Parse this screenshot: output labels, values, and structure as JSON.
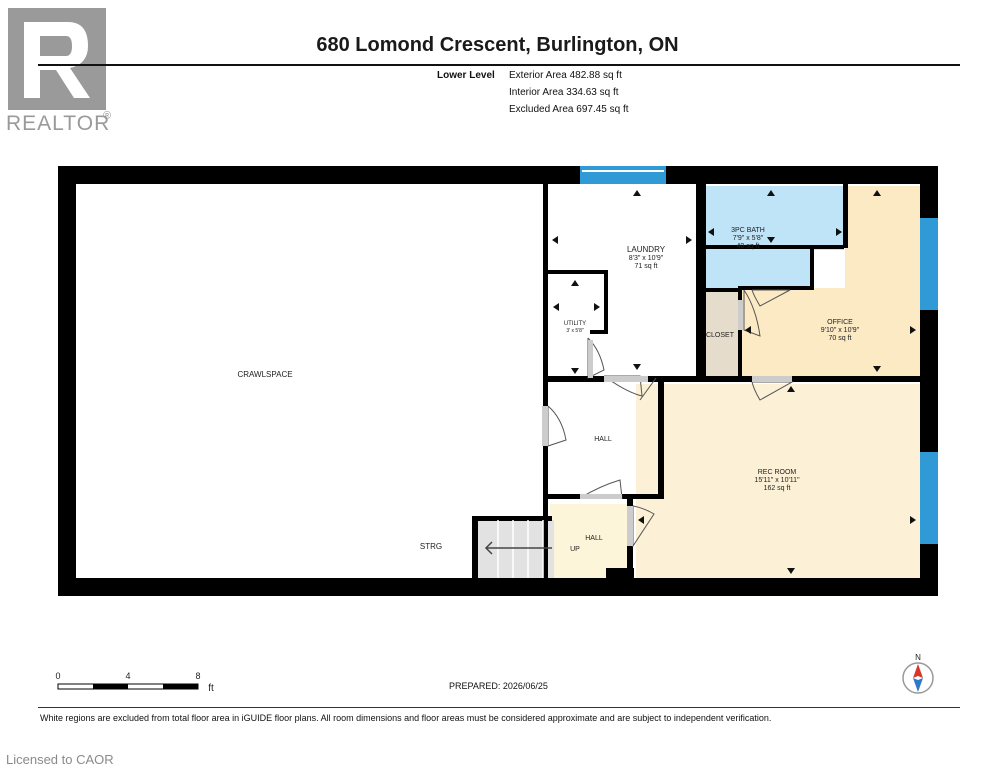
{
  "logo": {
    "text": "REALTOR",
    "registered": "®"
  },
  "header": {
    "title": "680 Lomond Crescent, Burlington, ON"
  },
  "level": {
    "name": "Lower Level",
    "exterior_area": "Exterior Area 482.88 sq ft",
    "interior_area": "Interior Area 334.63 sq ft",
    "excluded_area": "Excluded Area 697.45 sq ft"
  },
  "rooms": {
    "crawlspace": {
      "name": "CRAWLSPACE"
    },
    "strg": {
      "name": "STRG"
    },
    "laundry": {
      "name": "LAUNDRY",
      "dims": "8'3\" x 10'9\"",
      "area": "71 sq ft"
    },
    "utility": {
      "name": "UTILITY",
      "dims": "3' x 5'8\""
    },
    "bath": {
      "name": "3PC BATH",
      "dims": "7'9\" x 5'8\"",
      "area": "40 sq ft"
    },
    "closet": {
      "name": "CLOSET"
    },
    "office": {
      "name": "OFFICE",
      "dims": "9'10\" x 10'9\"",
      "area": "70 sq ft"
    },
    "hall_upper": {
      "name": "HALL"
    },
    "hall_lower": {
      "name": "HALL"
    },
    "up": {
      "name": "UP"
    },
    "rec": {
      "name": "REC ROOM",
      "dims": "15'11\" x 10'11\"",
      "area": "162 sq ft"
    }
  },
  "scale": {
    "ticks": [
      "0",
      "4",
      "8"
    ],
    "unit": "ft"
  },
  "compass": {
    "label": "N"
  },
  "prepared": "PREPARED: 2026/06/25",
  "disclaimer": "White regions are excluded from total floor area in iGUIDE floor plans. All room dimensions and floor areas must be considered approximate and are subject to independent verification.",
  "licensed": "Licensed to CAOR",
  "colors": {
    "wall": "#000000",
    "window": "#2f9ad6",
    "bath": "#bfe3f7",
    "office": "#fbeac4",
    "hall": "#fcf5d9",
    "rec": "#fcf1d6",
    "closet": "#e6dccb",
    "logo": "#9a9a9a"
  }
}
